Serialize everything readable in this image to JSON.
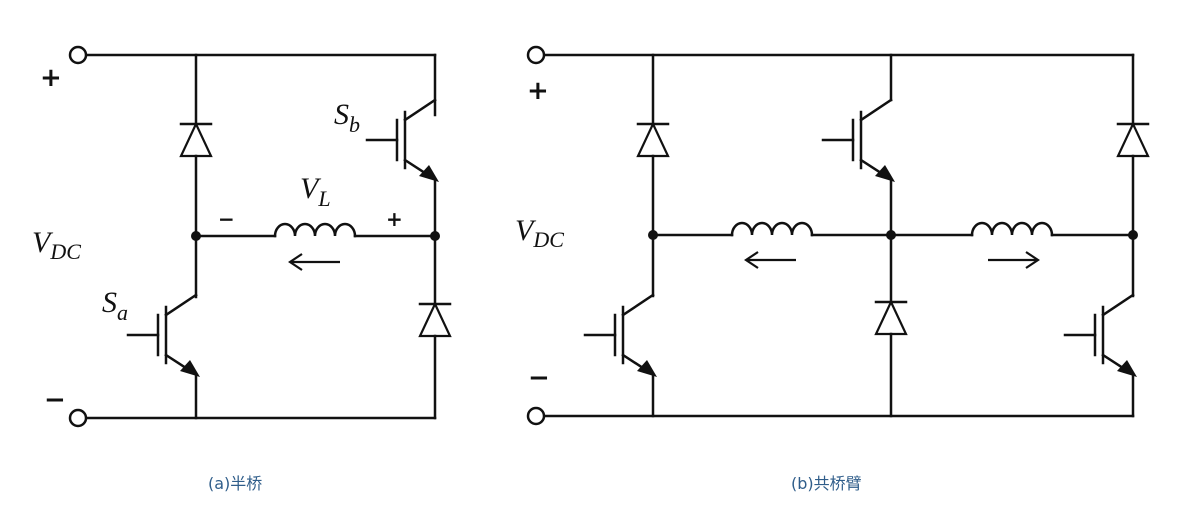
{
  "diagram_a": {
    "caption": "(a)半桥",
    "terminal_plus": "+",
    "terminal_minus": "−",
    "source_label": {
      "main": "V",
      "sub": "DC"
    },
    "switch_top": {
      "main": "S",
      "sub": "b"
    },
    "switch_bottom": {
      "main": "S",
      "sub": "a"
    },
    "inductor_label": {
      "main": "V",
      "sub": "L"
    },
    "inductor_minus": "−",
    "inductor_plus": "+"
  },
  "diagram_b": {
    "caption": "(b)共桥臂",
    "terminal_plus": "+",
    "terminal_minus": "−",
    "source_label": {
      "main": "V",
      "sub": "DC"
    }
  },
  "colors": {
    "wire": "#111111",
    "caption": "#2f5d8a"
  }
}
